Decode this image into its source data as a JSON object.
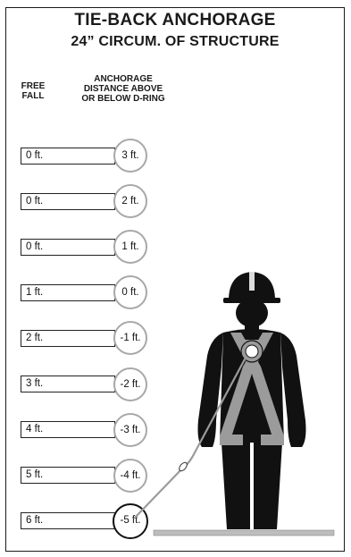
{
  "title_line1": "TIE-BACK ANCHORAGE",
  "title_line2": "24” CIRCUM. OF STRUCTURE",
  "column_headers": {
    "free_fall": "FREE\nFALL",
    "anchorage": "ANCHORAGE\nDISTANCE ABOVE\nOR BELOW D-RING"
  },
  "rows": [
    {
      "free_fall": "0 ft.",
      "anchorage": "3 ft."
    },
    {
      "free_fall": "0 ft.",
      "anchorage": "2 ft."
    },
    {
      "free_fall": "0 ft.",
      "anchorage": "1 ft."
    },
    {
      "free_fall": "1 ft.",
      "anchorage": "0 ft."
    },
    {
      "free_fall": "2 ft.",
      "anchorage": "-1 ft."
    },
    {
      "free_fall": "3 ft.",
      "anchorage": "-2 ft."
    },
    {
      "free_fall": "4 ft.",
      "anchorage": "-3 ft."
    },
    {
      "free_fall": "5 ft.",
      "anchorage": "-4 ft."
    },
    {
      "free_fall": "6 ft.",
      "anchorage": "-5 ft."
    }
  ],
  "highlighted_row": 8,
  "icons": {
    "worker": "worker-in-harness-icon",
    "hardhat": "hardhat-icon",
    "lanyard": "lanyard-icon",
    "floor": "floor-icon"
  },
  "colors": {
    "figure": "#111111",
    "harness": "#9b9b9b",
    "circle_border": "#a8a8a8",
    "floor": "#bdbdbd"
  }
}
